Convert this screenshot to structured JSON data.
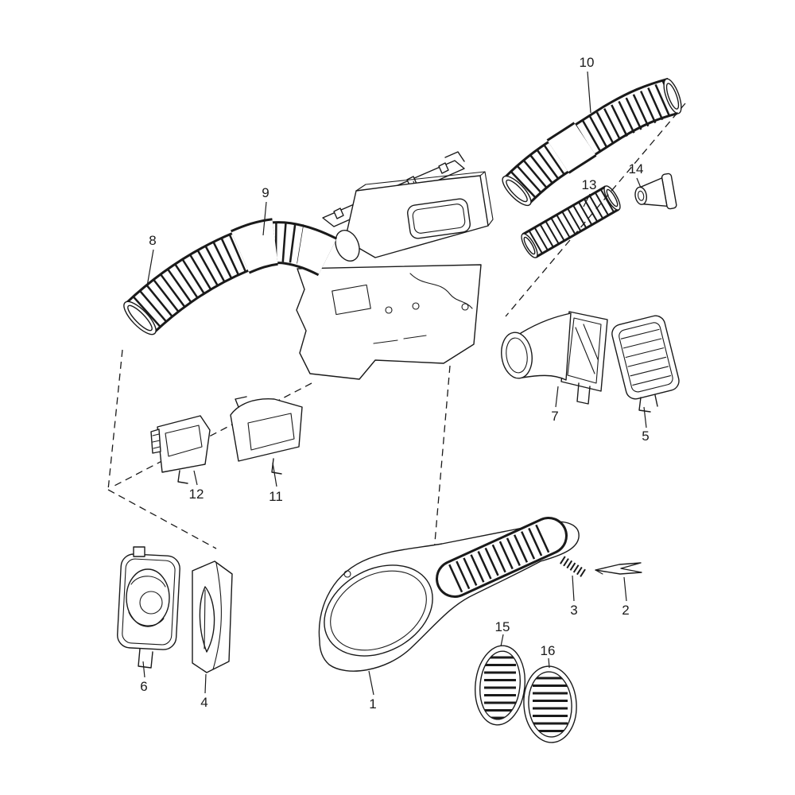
{
  "css_vars": {
    "line": "#1a1a1a",
    "bg": "#ffffff"
  },
  "figure": {
    "callouts": {
      "c1": "1",
      "c2": "2",
      "c3": "3",
      "c4": "4",
      "c5": "5",
      "c6": "6",
      "c7": "7",
      "c8": "8",
      "c9": "9",
      "c10": "10",
      "c11": "11",
      "c12": "12",
      "c13": "13",
      "c14": "14",
      "c15": "15",
      "c16": "16"
    }
  }
}
